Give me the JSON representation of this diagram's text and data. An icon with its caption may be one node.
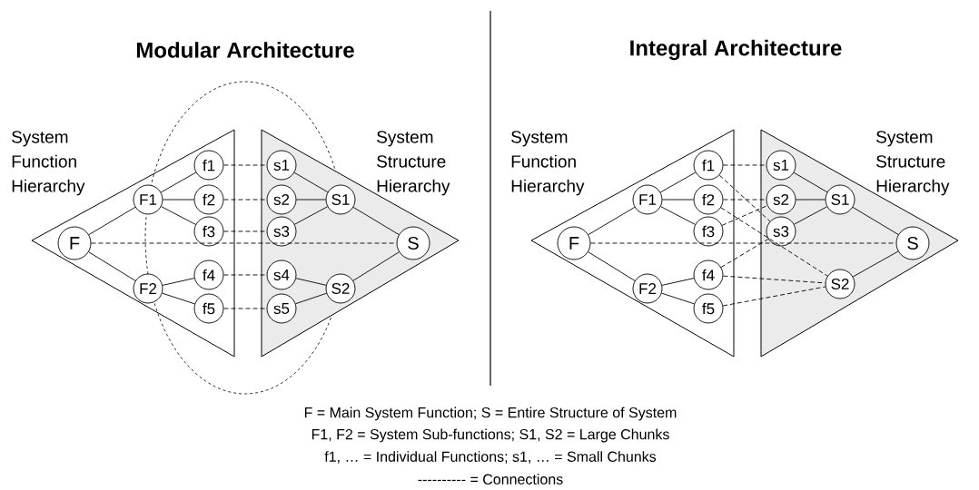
{
  "diagram": {
    "nodes": [
      {
        "text": [
          "System Function Hierarchy"
        ]
      },
      {
        "text": [
          "F"
        ],
        "in": 0
      },
      {
        "text": [
          "F1"
        ],
        "in": 0
      },
      {
        "text": [
          "F2"
        ],
        "in": 0
      },
      {
        "text": [
          "f1"
        ],
        "in": 0
      },
      {
        "text": [
          "f2"
        ],
        "in": 0
      },
      {
        "text": [
          "f3"
        ],
        "in": 0
      },
      {
        "text": [
          "f4"
        ],
        "in": 0
      },
      {
        "text": [
          "f5"
        ],
        "in": 0
      },
      {
        "text": [
          "System Structure Hierarchy"
        ]
      },
      {
        "text": [
          "s1"
        ],
        "in": 9
      },
      {
        "text": [
          "s2"
        ],
        "in": 9
      },
      {
        "text": [
          "s3"
        ],
        "in": 9
      },
      {
        "text": [
          "s4"
        ],
        "in": 9
      },
      {
        "text": [
          "s5"
        ],
        "in": 9
      },
      {
        "text": [
          "S1"
        ],
        "in": 9
      },
      {
        "text": [
          "S2"
        ],
        "in": 9
      },
      {
        "text": [
          "S"
        ],
        "in": 9
      },
      {
        "text": [
          "System Function Hierarchy"
        ]
      },
      {
        "text": [
          "F"
        ],
        "in": 18
      },
      {
        "text": [
          "F1"
        ],
        "in": 18
      },
      {
        "text": [
          "F2"
        ],
        "in": 18
      },
      {
        "text": [
          "f1"
        ],
        "in": 18
      },
      {
        "text": [
          "f2"
        ],
        "in": 18
      },
      {
        "text": [
          "f3"
        ],
        "in": 18
      },
      {
        "text": [
          "f4"
        ],
        "in": 18
      },
      {
        "text": [
          "f5"
        ],
        "in": 18
      },
      {
        "text": [
          "System Structure Hierarchy"
        ]
      },
      {
        "text": [
          "s1"
        ],
        "in": 27
      },
      {
        "text": [
          "s2"
        ],
        "in": 27
      },
      {
        "text": [
          "s3"
        ],
        "in": 27
      },
      {
        "text": [
          "S1"
        ],
        "in": 27
      },
      {
        "text": [
          "S2"
        ],
        "in": 27
      },
      {
        "text": [
          "S"
        ],
        "in": 27
      }
    ],
    "edges": [
      {
        "from": 1,
        "to": 2,
        "arrow": "none"
      },
      {
        "from": 1,
        "to": 3,
        "arrow": "none"
      },
      {
        "from": 2,
        "to": 4,
        "arrow": "none"
      },
      {
        "from": 2,
        "to": 5,
        "arrow": "none"
      },
      {
        "from": 2,
        "to": 6,
        "arrow": "none"
      },
      {
        "from": 3,
        "to": 7,
        "arrow": "none"
      },
      {
        "from": 3,
        "to": 8,
        "arrow": "none"
      },
      {
        "from": 10,
        "to": 15,
        "arrow": "none"
      },
      {
        "from": 11,
        "to": 15,
        "arrow": "none"
      },
      {
        "from": 12,
        "to": 15,
        "arrow": "none"
      },
      {
        "from": 13,
        "to": 16,
        "arrow": "none"
      },
      {
        "from": 14,
        "to": 16,
        "arrow": "none"
      },
      {
        "from": 15,
        "to": 17,
        "arrow": "none"
      },
      {
        "from": 16,
        "to": 17,
        "arrow": "none"
      },
      {
        "from": 4,
        "to": 10,
        "arrow": "none",
        "style": "dashed"
      },
      {
        "from": 5,
        "to": 11,
        "arrow": "none",
        "style": "dashed"
      },
      {
        "from": 6,
        "to": 12,
        "arrow": "none",
        "style": "dashed"
      },
      {
        "from": 7,
        "to": 13,
        "arrow": "none",
        "style": "dashed"
      },
      {
        "from": 8,
        "to": 14,
        "arrow": "none",
        "style": "dashed"
      },
      {
        "from": 1,
        "to": 17,
        "arrow": "none",
        "style": "dashed"
      },
      {
        "from": 19,
        "to": 20,
        "arrow": "none"
      },
      {
        "from": 19,
        "to": 21,
        "arrow": "none"
      },
      {
        "from": 20,
        "to": 22,
        "arrow": "none"
      },
      {
        "from": 20,
        "to": 23,
        "arrow": "none"
      },
      {
        "from": 20,
        "to": 24,
        "arrow": "none"
      },
      {
        "from": 21,
        "to": 25,
        "arrow": "none"
      },
      {
        "from": 21,
        "to": 26,
        "arrow": "none"
      },
      {
        "from": 28,
        "to": 31,
        "arrow": "none"
      },
      {
        "from": 29,
        "to": 31,
        "arrow": "none"
      },
      {
        "from": 30,
        "to": 31,
        "arrow": "none"
      },
      {
        "from": 31,
        "to": 33,
        "arrow": "none"
      },
      {
        "from": 32,
        "to": 33,
        "arrow": "none"
      },
      {
        "from": 22,
        "to": 28,
        "arrow": "none",
        "style": "dashed"
      },
      {
        "from": 22,
        "to": 30,
        "arrow": "none",
        "style": "dashed"
      },
      {
        "from": 23,
        "to": 29,
        "arrow": "none",
        "style": "dashed"
      },
      {
        "from": 23,
        "to": 32,
        "arrow": "none",
        "style": "dashed"
      },
      {
        "from": 24,
        "to": 29,
        "arrow": "none",
        "style": "dashed"
      },
      {
        "from": 25,
        "to": 30,
        "arrow": "none",
        "style": "dashed"
      },
      {
        "from": 25,
        "to": 32,
        "arrow": "none",
        "style": "dashed"
      },
      {
        "from": 26,
        "to": 32,
        "arrow": "none",
        "style": "dashed"
      },
      {
        "from": 19,
        "to": 33,
        "arrow": "none",
        "style": "dashed"
      }
    ],
    "labels": [
      "Modular Architecture",
      "Integral Architecture",
      "F = Main System Function; S = Entire Structure of System",
      "F1, F2 = System Sub-functions; S1, S2 = Large Chunks",
      "f1, … = Individual Functions; s1, … = Small Chunks",
      "---------- = Connections"
    ]
  }
}
